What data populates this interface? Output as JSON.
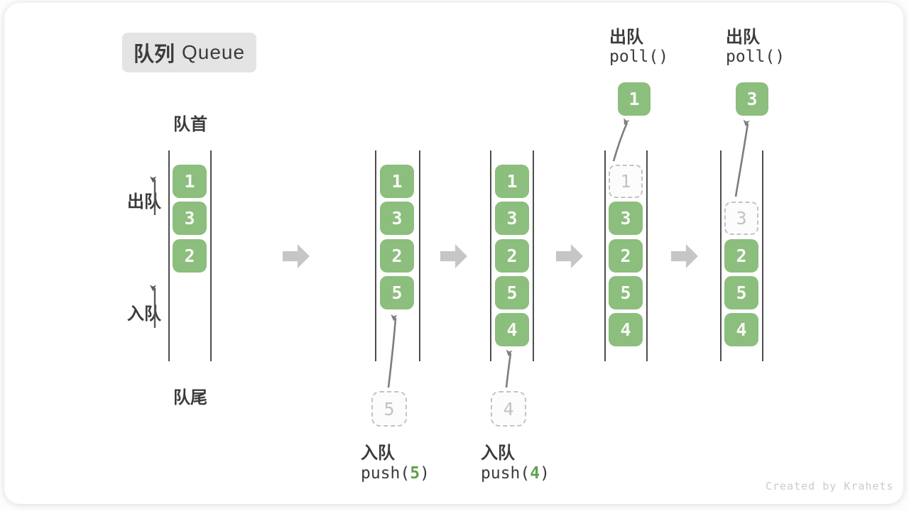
{
  "title": {
    "zh": "队列",
    "en": "Queue"
  },
  "side_labels": {
    "front": "队首",
    "rear": "队尾",
    "dequeue": "出队",
    "enqueue": "入队"
  },
  "colors": {
    "item_green": "#8cbe7d",
    "code_arg_green": "#60a14e",
    "wall_line": "#4d4d4d",
    "step_arrow_grey": "#c6c6c6",
    "ghost_grey": "#c3c3c3",
    "label_text": "#3b3b3b"
  },
  "states": [
    {
      "items": [
        "1",
        "3",
        "2"
      ]
    },
    {
      "items": [
        "1",
        "3",
        "2",
        "5"
      ],
      "pending": "5",
      "op": {
        "label": "入队",
        "code_open": "push(",
        "arg": "5",
        "code_close": ")"
      }
    },
    {
      "items": [
        "1",
        "3",
        "2",
        "5",
        "4"
      ],
      "pending": "4",
      "op": {
        "label": "入队",
        "code_open": "push(",
        "arg": "4",
        "code_close": ")"
      }
    },
    {
      "ghost": "1",
      "items": [
        "3",
        "2",
        "5",
        "4"
      ],
      "popped": "1",
      "op": {
        "label": "出队",
        "code": "poll()"
      }
    },
    {
      "ghost": "3",
      "items": [
        "2",
        "5",
        "4"
      ],
      "popped": "3",
      "op": {
        "label": "出队",
        "code": "poll()"
      }
    }
  ],
  "watermark": "Created by Krahets"
}
